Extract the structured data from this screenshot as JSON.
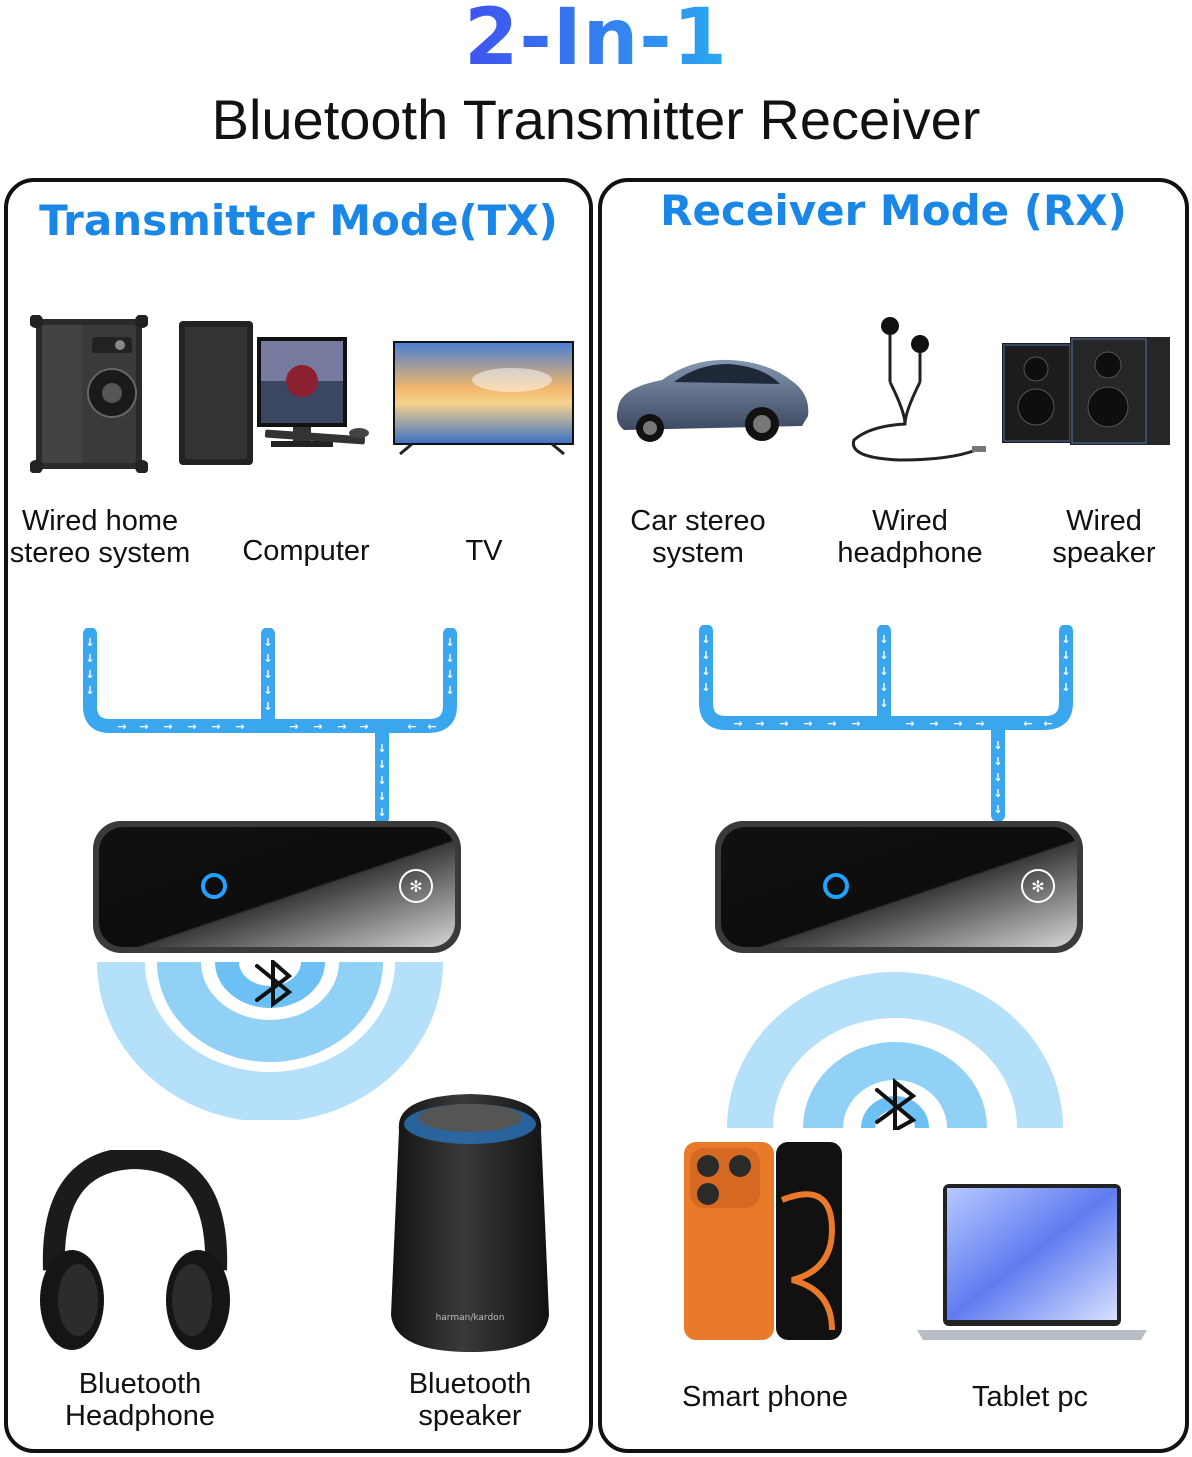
{
  "header": {
    "headline": "2-In-1",
    "subtitle": "Bluetooth Transmitter Receiver"
  },
  "colors": {
    "accent_blue": "#1a87e6",
    "headline_blue": "#3b62ee",
    "signal_blue": "#39a8f0",
    "device_light": "#1fa3ff"
  },
  "transmitter": {
    "title": "Transmitter Mode(TX)",
    "sources": [
      {
        "label": "Wired home\nstereo system",
        "icon": "floor-speaker-icon"
      },
      {
        "label": "Computer",
        "icon": "desktop-computer-icon"
      },
      {
        "label": "TV",
        "icon": "television-icon"
      }
    ],
    "targets": [
      {
        "label": "Bluetooth\nHeadphone",
        "icon": "headphones-icon"
      },
      {
        "label": "Bluetooth\nspeaker",
        "icon": "smart-speaker-icon",
        "brand": "harman/kardon"
      }
    ]
  },
  "receiver": {
    "title": "Receiver Mode (RX)",
    "sources": [
      {
        "label": "Car stereo\nsystem",
        "icon": "car-icon"
      },
      {
        "label": "Wired\nheadphone",
        "icon": "earphones-icon"
      },
      {
        "label": "Wired\nspeaker",
        "icon": "bookshelf-speakers-icon"
      }
    ],
    "targets": [
      {
        "label": "Smart phone",
        "icon": "smartphone-icon"
      },
      {
        "label": "Tablet pc",
        "icon": "laptop-icon"
      }
    ]
  }
}
